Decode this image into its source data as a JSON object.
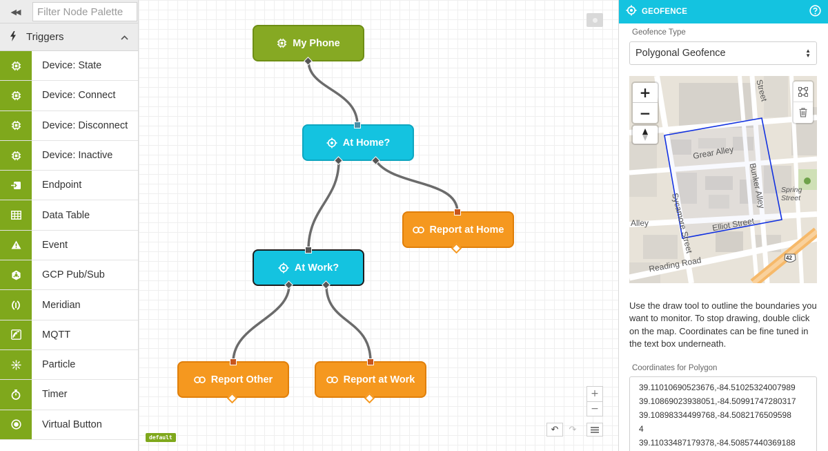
{
  "palette": {
    "collapse_glyph": "◀◀",
    "filter_placeholder": "Filter Node Palette",
    "category_label": "Triggers",
    "items": [
      {
        "label": "Device: State",
        "icon": "chip-icon"
      },
      {
        "label": "Device: Connect",
        "icon": "chip-icon"
      },
      {
        "label": "Device: Disconnect",
        "icon": "chip-icon"
      },
      {
        "label": "Device: Inactive",
        "icon": "chip-icon"
      },
      {
        "label": "Endpoint",
        "icon": "endpoint-icon"
      },
      {
        "label": "Data Table",
        "icon": "table-icon"
      },
      {
        "label": "Event",
        "icon": "warning-icon"
      },
      {
        "label": "GCP Pub/Sub",
        "icon": "hexagon-icon"
      },
      {
        "label": "Meridian",
        "icon": "meridian-icon"
      },
      {
        "label": "MQTT",
        "icon": "mqtt-icon"
      },
      {
        "label": "Particle",
        "icon": "particle-icon"
      },
      {
        "label": "Timer",
        "icon": "stopwatch-icon"
      },
      {
        "label": "Virtual Button",
        "icon": "radio-button-icon"
      }
    ]
  },
  "canvas": {
    "nodes": {
      "my_phone": "My Phone",
      "at_home": "At Home?",
      "at_work": "At Work?",
      "report_home": "Report at Home",
      "report_other": "Report Other",
      "report_work": "Report at Work"
    },
    "zoom_in": "+",
    "zoom_out": "−",
    "undo_glyph": "↶",
    "redo_glyph": "↷",
    "version_badge": "default"
  },
  "panel": {
    "title": "GEOFENCE",
    "geofence_type_label": "Geofence Type",
    "geofence_type_value": "Polygonal Geofence",
    "map": {
      "zoom_in": "+",
      "zoom_out": "−",
      "streets": {
        "grear": "Grear Alley",
        "bunker": "Bunker Alley",
        "elliot": "Elliot Street",
        "sycamore": "Sycamore Street",
        "reading": "Reading Road",
        "spring": "Spring Street",
        "alley_left": "Alley",
        "street_top": "Street",
        "highway": "42"
      }
    },
    "help_text": "Use the draw tool to outline the boundaries you want to monitor. To stop drawing, double click on the map. Coordinates can be fine tuned in the text box underneath.",
    "coords_label": "Coordinates for Polygon",
    "coords": [
      "39.11010690523676,-84.51025324007989",
      "39.10869023938051,-84.50991747280317",
      "39.10898334499768,-84.5082176509598",
      "4",
      "39.11033487179378,-84.50857440369188"
    ]
  },
  "colors": {
    "device_node": "#86a923",
    "geofence_node": "#14c3e0",
    "webhook_node": "#f5981f",
    "palette_icon_bg": "#7fa81c",
    "polygon": "#1030e0"
  }
}
